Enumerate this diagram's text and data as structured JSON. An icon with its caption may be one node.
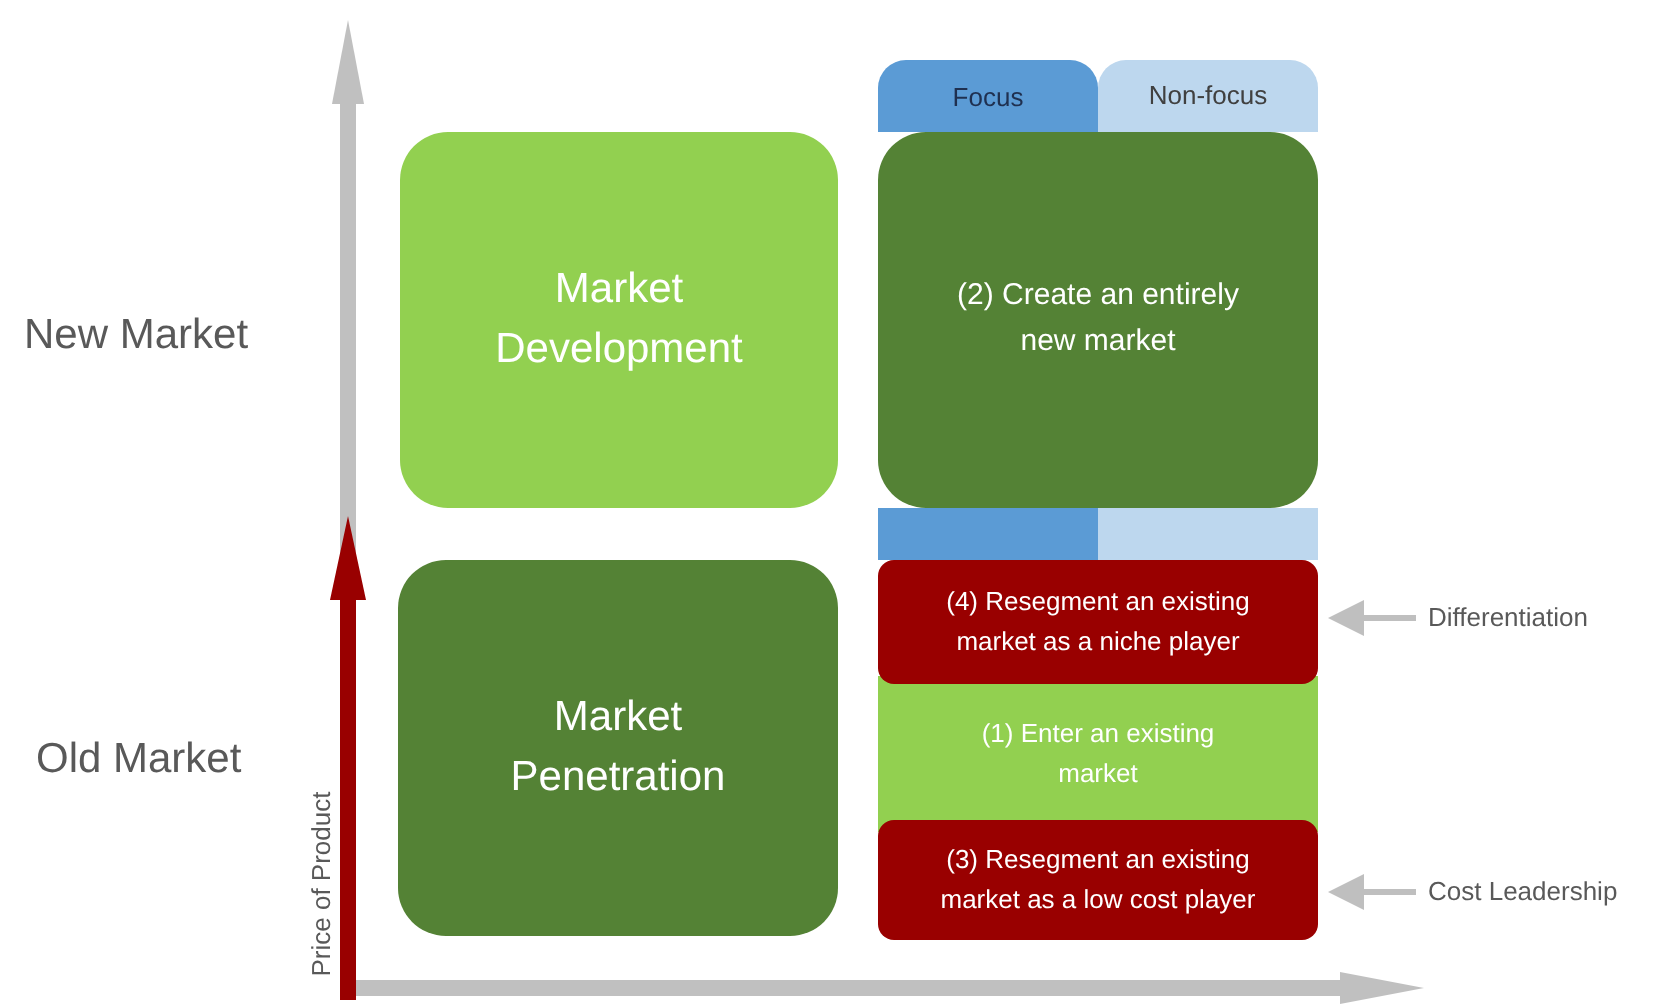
{
  "diagram": {
    "nodes": [
      {
        "text": [
          "Market Development"
        ]
      },
      {
        "text": [
          "Market Penetration"
        ]
      },
      {
        "text": [
          "Focus"
        ]
      },
      {
        "text": [
          "Non-focus"
        ]
      },
      {
        "text": [
          "(2) Create an entirely new market"
        ]
      },
      {
        "text": [
          "(4) Resegment an existing market as a niche player"
        ]
      },
      {
        "text": [
          "(1)  Enter an existing market"
        ]
      },
      {
        "text": [
          "(3) Resegment an existing market as a low cost player"
        ]
      },
      {
        "text": [
          "Differentiation"
        ]
      },
      {
        "text": [
          "Cost Leadership"
        ]
      },
      {
        "text": [],
        "shape": "bar"
      },
      {
        "text": [],
        "shape": "bar"
      }
    ],
    "edges": [
      {
        "from": 8,
        "to": 5,
        "arrow": "to"
      },
      {
        "from": 9,
        "to": 7,
        "arrow": "to"
      }
    ],
    "labels": [
      "New Market",
      "Old Market",
      "Price of Product"
    ]
  }
}
